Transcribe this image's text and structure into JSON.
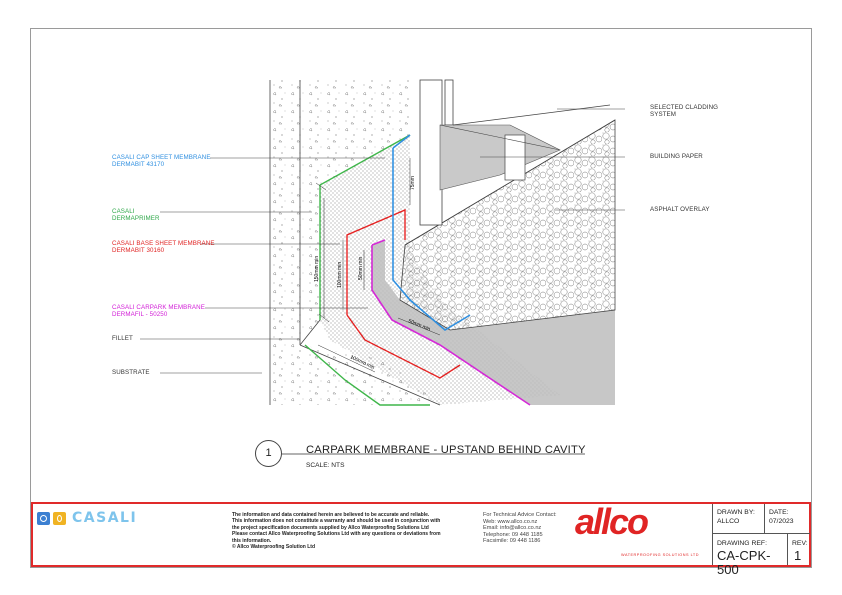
{
  "labels": {
    "cladding": [
      "SELECTED CLADDING",
      "SYSTEM"
    ],
    "building_paper": "BUILDING PAPER",
    "asphalt": "ASPHALT OVERLAY",
    "cap_sheet": [
      "CASALI CAP SHEET MEMBRANE",
      "DERMABIT 43170"
    ],
    "primer": [
      "CASALI",
      "DERMAPRIMER"
    ],
    "base_sheet": [
      "CASALI BASE SHEET MEMBRANE",
      "DERMABIT 30160"
    ],
    "carpark": [
      "CASALI CARPARK MEMBRANE",
      "DERMAFIL - 50250"
    ],
    "fillet": "FILLET",
    "substrate": "SUBSTRATE"
  },
  "dimensions": {
    "d75": "75mm",
    "d150": "150mm min",
    "d100v": "100mm min",
    "d50v": "50mm min",
    "d50h": "50mm min",
    "d100h": "100mm min"
  },
  "detail": {
    "number": "1",
    "title": "CARPARK MEMBRANE - UPSTAND BEHIND CAVITY",
    "scale": "SCALE: NTS"
  },
  "titleblock": {
    "brand": "CASALI",
    "disclaimer": [
      "The information and data contained herein are believed to be accurate and reliable.",
      "This information does not constitute a warranty and should be used in conjunction with",
      "the project specification documents supplied by Allco Waterproofing Solutions Ltd",
      "Please contact Allco Waterproofing Solutions Ltd with any questions or deviations from",
      "this information.",
      "© Allco Waterproofing Solution Ltd"
    ],
    "contact": [
      "For Technical Advice Contact:",
      "Web:  www.allco.co.nz",
      "Email:  info@allco.co.nz",
      "Telephone:  09 448 1185",
      "Facsimile:  09 448 1186"
    ],
    "allco_word": "allco",
    "allco_sub": "WATERPROOFING SOLUTIONS LTD",
    "drawn_by_label": "DRAWN BY:",
    "drawn_by": "ALLCO",
    "date_label": "DATE:",
    "date": "07/2023",
    "ref_label": "DRAWING REF:",
    "ref": "CA-CPK-500",
    "rev_label": "REV:",
    "rev": "1"
  },
  "colors": {
    "cap_sheet": "#2f8fe0",
    "primer": "#2fa84a",
    "base_sheet": "#e02424",
    "carpark": "#d21ed7",
    "border": "#e02a2a"
  }
}
